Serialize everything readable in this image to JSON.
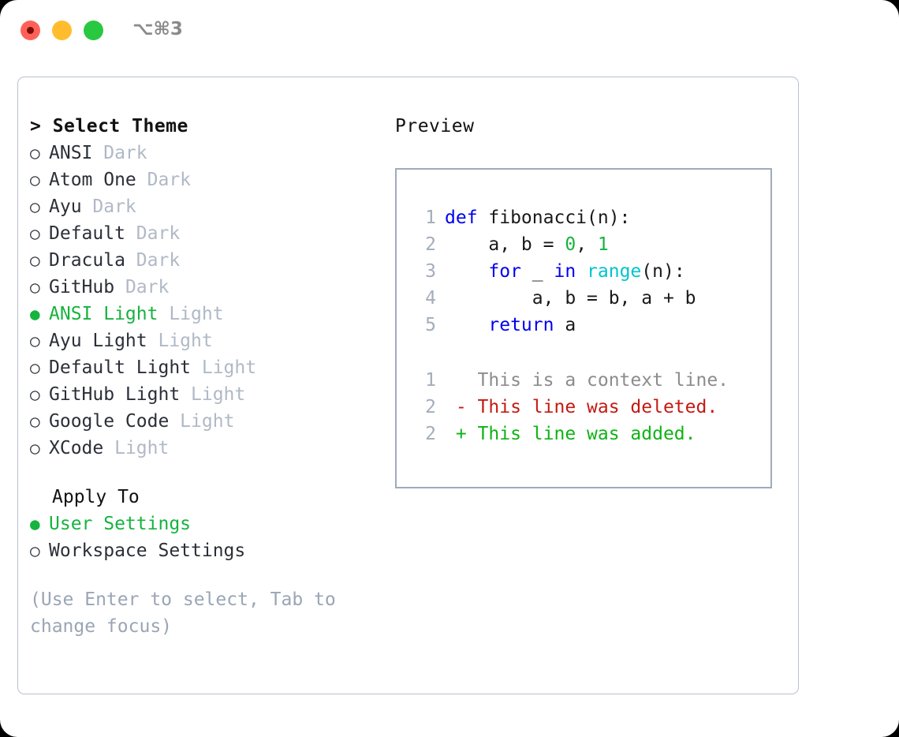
{
  "window": {
    "shortcut_label": "⌥⌘3",
    "controls": [
      {
        "name": "close",
        "color": "#ff6159"
      },
      {
        "name": "minimize",
        "color": "#ffbd2e"
      },
      {
        "name": "maximize",
        "color": "#28c840"
      }
    ]
  },
  "theme_picker": {
    "header": "> Select Theme",
    "prompt_symbol": ">",
    "header_text": "Select Theme",
    "bullet_off": "○",
    "bullet_on": "●",
    "selected_index": 6,
    "items": [
      {
        "name": "ANSI",
        "category": "Dark",
        "selected": false
      },
      {
        "name": "Atom One",
        "category": "Dark",
        "selected": false
      },
      {
        "name": "Ayu",
        "category": "Dark",
        "selected": false
      },
      {
        "name": "Default",
        "category": "Dark",
        "selected": false
      },
      {
        "name": "Dracula",
        "category": "Dark",
        "selected": false
      },
      {
        "name": "GitHub",
        "category": "Dark",
        "selected": false
      },
      {
        "name": "ANSI Light",
        "category": "Light",
        "selected": true
      },
      {
        "name": "Ayu Light",
        "category": "Light",
        "selected": false
      },
      {
        "name": "Default Light",
        "category": "Light",
        "selected": false
      },
      {
        "name": "GitHub Light",
        "category": "Light",
        "selected": false
      },
      {
        "name": "Google Code",
        "category": "Light",
        "selected": false
      },
      {
        "name": "XCode",
        "category": "Light",
        "selected": false
      }
    ]
  },
  "apply_to": {
    "label": "Apply To",
    "options": [
      {
        "name": "User Settings",
        "selected": true
      },
      {
        "name": "Workspace Settings",
        "selected": false
      }
    ]
  },
  "hint": "(Use Enter to select, Tab to change focus)",
  "preview": {
    "title": "Preview",
    "code_lines": [
      {
        "number": "1",
        "tokens": [
          {
            "text": "def",
            "type": "kw"
          },
          {
            "text": " fibonacci(n):",
            "type": "plain"
          }
        ]
      },
      {
        "number": "2",
        "tokens": [
          {
            "text": "    a, b = ",
            "type": "plain"
          },
          {
            "text": "0",
            "type": "num"
          },
          {
            "text": ", ",
            "type": "plain"
          },
          {
            "text": "1",
            "type": "num"
          }
        ]
      },
      {
        "number": "3",
        "tokens": [
          {
            "text": "    ",
            "type": "plain"
          },
          {
            "text": "for",
            "type": "kw"
          },
          {
            "text": " _ ",
            "type": "plain"
          },
          {
            "text": "in",
            "type": "kw"
          },
          {
            "text": " ",
            "type": "plain"
          },
          {
            "text": "range",
            "type": "fn"
          },
          {
            "text": "(n):",
            "type": "plain"
          }
        ]
      },
      {
        "number": "4",
        "tokens": [
          {
            "text": "        a, b = b, a + b",
            "type": "plain"
          }
        ]
      },
      {
        "number": "5",
        "tokens": [
          {
            "text": "    ",
            "type": "plain"
          },
          {
            "text": "return",
            "type": "kw"
          },
          {
            "text": " a",
            "type": "plain"
          }
        ]
      }
    ],
    "diff_lines": [
      {
        "number": "1",
        "marker": " ",
        "text": "This is a context line.",
        "type": "ctx"
      },
      {
        "number": "2",
        "marker": "-",
        "text": "This line was deleted.",
        "type": "del"
      },
      {
        "number": "2",
        "marker": "+",
        "text": "This line was added.",
        "type": "add"
      }
    ]
  },
  "colors": {
    "accent_green": "#16b33f",
    "keyword_blue": "#0000ee",
    "function_cyan": "#00c4cc",
    "number_green": "#16b33f",
    "diff_deleted": "#c41a12",
    "diff_added": "#0fb314",
    "muted_gray": "#b0b9c6",
    "hint_gray": "#9aa5b5",
    "border": "#b9c1cd",
    "preview_border": "#a0abbb"
  }
}
